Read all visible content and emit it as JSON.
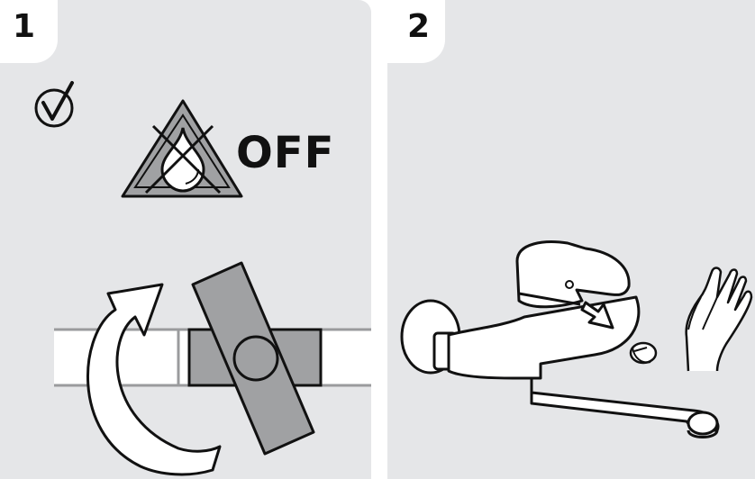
{
  "steps": [
    {
      "number": "1"
    },
    {
      "number": "2"
    }
  ],
  "step1": {
    "check_icon": "check-circle-icon",
    "warning_icon": "water-drop-crossed-triangle-icon",
    "status_label": "OFF",
    "rotation_icon": "curved-arrow-icon",
    "valve_icon": "valve-handle-icon"
  },
  "step2": {
    "faucet_icon": "wall-mounted-faucet-icon",
    "arrow_icon": "pull-arrow-icon",
    "cap_icon": "cap-icon",
    "hand_icon": "hand-icon"
  },
  "colors": {
    "panel_bg": "#e5e6e8",
    "fill_gray": "#a0a1a3",
    "line": "#111111"
  }
}
